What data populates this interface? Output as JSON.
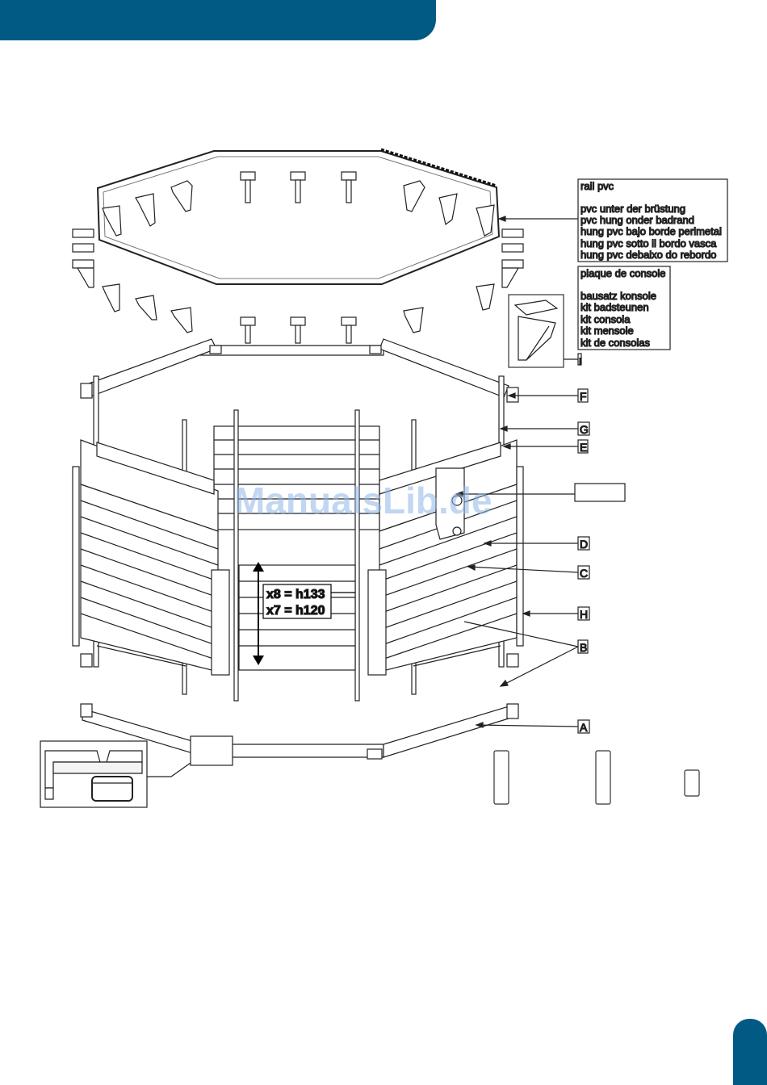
{
  "colors": {
    "brand": "#005a84",
    "watermark": "#8fb6e6"
  },
  "callouts": {
    "rail_box": {
      "lines": [
        "rail pvc",
        "",
        "pvc unter der brüstung",
        "pvc hung onder badrand",
        "hung pvc bajo borde perimetal",
        "hung pvc sotto il bordo vasca",
        "hung pvc debaixo do rebordo"
      ]
    },
    "console_box": {
      "lines": [
        "plaque de console",
        "",
        "bausatz konsole",
        "kit badsteunen",
        "kit consola",
        "kit mensole",
        "kit de consolas"
      ]
    }
  },
  "part_labels": {
    "F": "F",
    "G": "G",
    "E": "E",
    "D": "D",
    "C": "C",
    "H": "H",
    "B": "B",
    "A": "A",
    "I": "I"
  },
  "height_note": {
    "line1": "x8 = h133",
    "line2": "x7 = h120"
  },
  "watermark": "ManualsLib.de"
}
